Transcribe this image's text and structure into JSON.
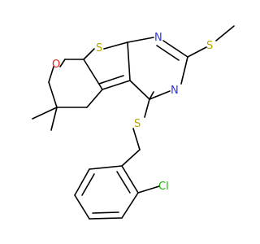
{
  "molecule": {
    "atoms": [
      {
        "id": "s_thiophene",
        "symbol": "S",
        "color": "#b5a700"
      },
      {
        "id": "s_methylthio",
        "symbol": "S",
        "color": "#b5a700"
      },
      {
        "id": "s_benzylthio",
        "symbol": "S",
        "color": "#b5a700"
      },
      {
        "id": "n_upper",
        "symbol": "N",
        "color": "#2b36e0"
      },
      {
        "id": "n_lower",
        "symbol": "N",
        "color": "#2b36e0"
      },
      {
        "id": "o_pyran",
        "symbol": "O",
        "color": "#e0241b"
      },
      {
        "id": "cl_aryl",
        "symbol": "Cl",
        "color": "#16b000"
      }
    ],
    "bond_color": "#000000"
  }
}
